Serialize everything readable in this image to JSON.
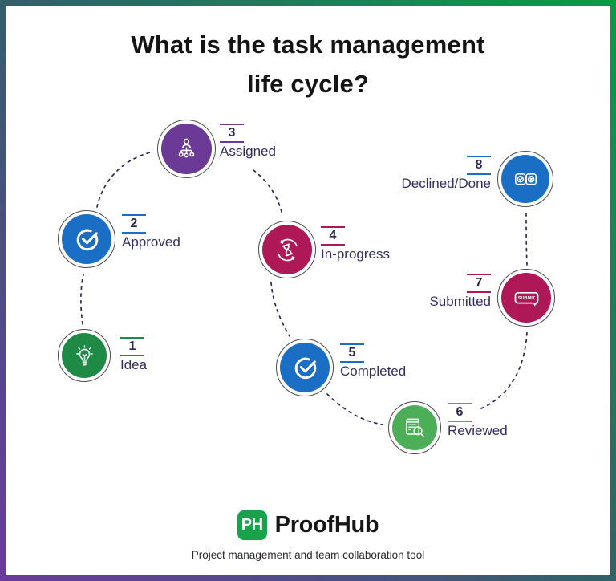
{
  "frame": {
    "gradient_bottom_left": "#6b3a9e",
    "gradient_middle": "#32606a",
    "gradient_top_right": "#089c45"
  },
  "title": {
    "line1": "What is the task management",
    "line2": "life cycle?"
  },
  "steps": [
    {
      "number": "1",
      "label": "Idea",
      "color": "#1e8a45",
      "icon": "lightbulb-icon"
    },
    {
      "number": "2",
      "label": "Approved",
      "color": "#1a6fc4",
      "icon": "check-circle-icon"
    },
    {
      "number": "3",
      "label": "Assigned",
      "color": "#6b3a96",
      "icon": "hierarchy-icon"
    },
    {
      "number": "4",
      "label": "In-progress",
      "color": "#ae1857",
      "icon": "hourglass-sync-icon"
    },
    {
      "number": "5",
      "label": "Completed",
      "color": "#1a6fc4",
      "icon": "check-circle-icon"
    },
    {
      "number": "6",
      "label": "Reviewed",
      "color": "#4cae57",
      "icon": "review-doc-icon"
    },
    {
      "number": "7",
      "label": "Submitted",
      "color": "#ae1857",
      "icon": "submit-button-icon",
      "icon_text": "SUBMIT"
    },
    {
      "number": "8",
      "label": "Declined/Done",
      "color": "#1a6fc4",
      "icon": "approve-decline-icon"
    }
  ],
  "footer": {
    "logo_monogram": "PH",
    "logo_color": "#17a24b",
    "brand": "ProofHub",
    "tagline": "Project management and team collaboration tool"
  },
  "colors": {
    "connector": "#2d2b52",
    "label_text": "#332e63",
    "title_text": "#141414"
  }
}
